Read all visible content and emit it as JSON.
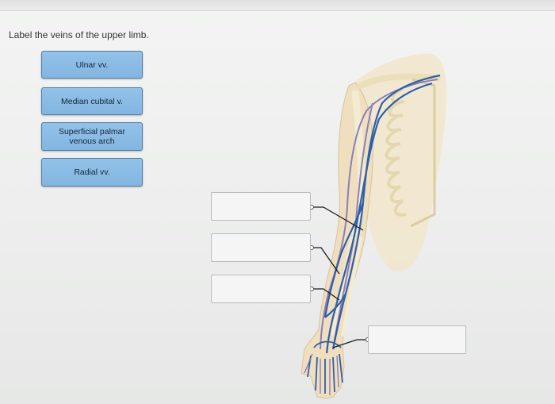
{
  "instruction": "Label the veins of the upper limb.",
  "label_tiles": [
    {
      "text": "Ulnar vv."
    },
    {
      "text": "Median cubital v."
    },
    {
      "text": "Superficial palmar venous arch"
    },
    {
      "text": "Radial vv."
    }
  ],
  "drop_targets": [
    {
      "value": ""
    },
    {
      "value": ""
    },
    {
      "value": ""
    },
    {
      "value": ""
    }
  ],
  "colors": {
    "tile_fill": "#8bbce5",
    "tile_border": "#4f7ea6",
    "vein_blue": "#2f5fa8",
    "vein_purple": "#7a6fb8",
    "skin": "#efe1c4",
    "bone": "#efe7c8"
  }
}
